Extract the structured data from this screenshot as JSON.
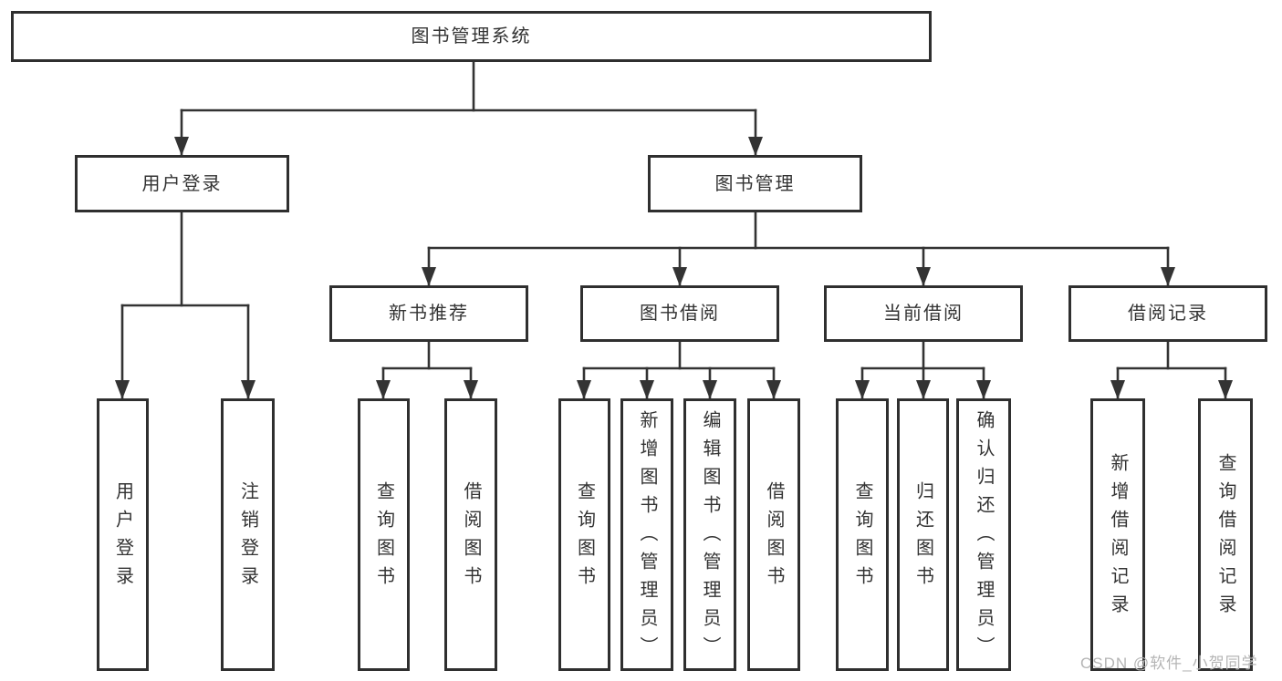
{
  "diagram": {
    "root": {
      "label": "图书管理系统"
    },
    "branches": [
      {
        "label": "用户登录",
        "children": [
          {
            "label": "用户登录"
          },
          {
            "label": "注销登录"
          }
        ]
      },
      {
        "label": "图书管理",
        "groups": [
          {
            "label": "新书推荐",
            "children": [
              {
                "label": "查询图书"
              },
              {
                "label": "借阅图书"
              }
            ]
          },
          {
            "label": "图书借阅",
            "children": [
              {
                "label": "查询图书"
              },
              {
                "label": "新增图书（管理员）"
              },
              {
                "label": "编辑图书（管理员）"
              },
              {
                "label": "借阅图书"
              }
            ]
          },
          {
            "label": "当前借阅",
            "children": [
              {
                "label": "查询图书"
              },
              {
                "label": "归还图书"
              },
              {
                "label": "确认归还（管理员）"
              }
            ]
          },
          {
            "label": "借阅记录",
            "children": [
              {
                "label": "新增借阅记录"
              },
              {
                "label": "查询借阅记录"
              }
            ]
          }
        ]
      }
    ]
  },
  "watermark": {
    "text": "CSDN @软件_小贺同学"
  },
  "colors": {
    "line": "#333333",
    "box_border": "#2f2f2f",
    "text": "#333333",
    "watermark": "#b5b5b5",
    "background": "#ffffff"
  }
}
